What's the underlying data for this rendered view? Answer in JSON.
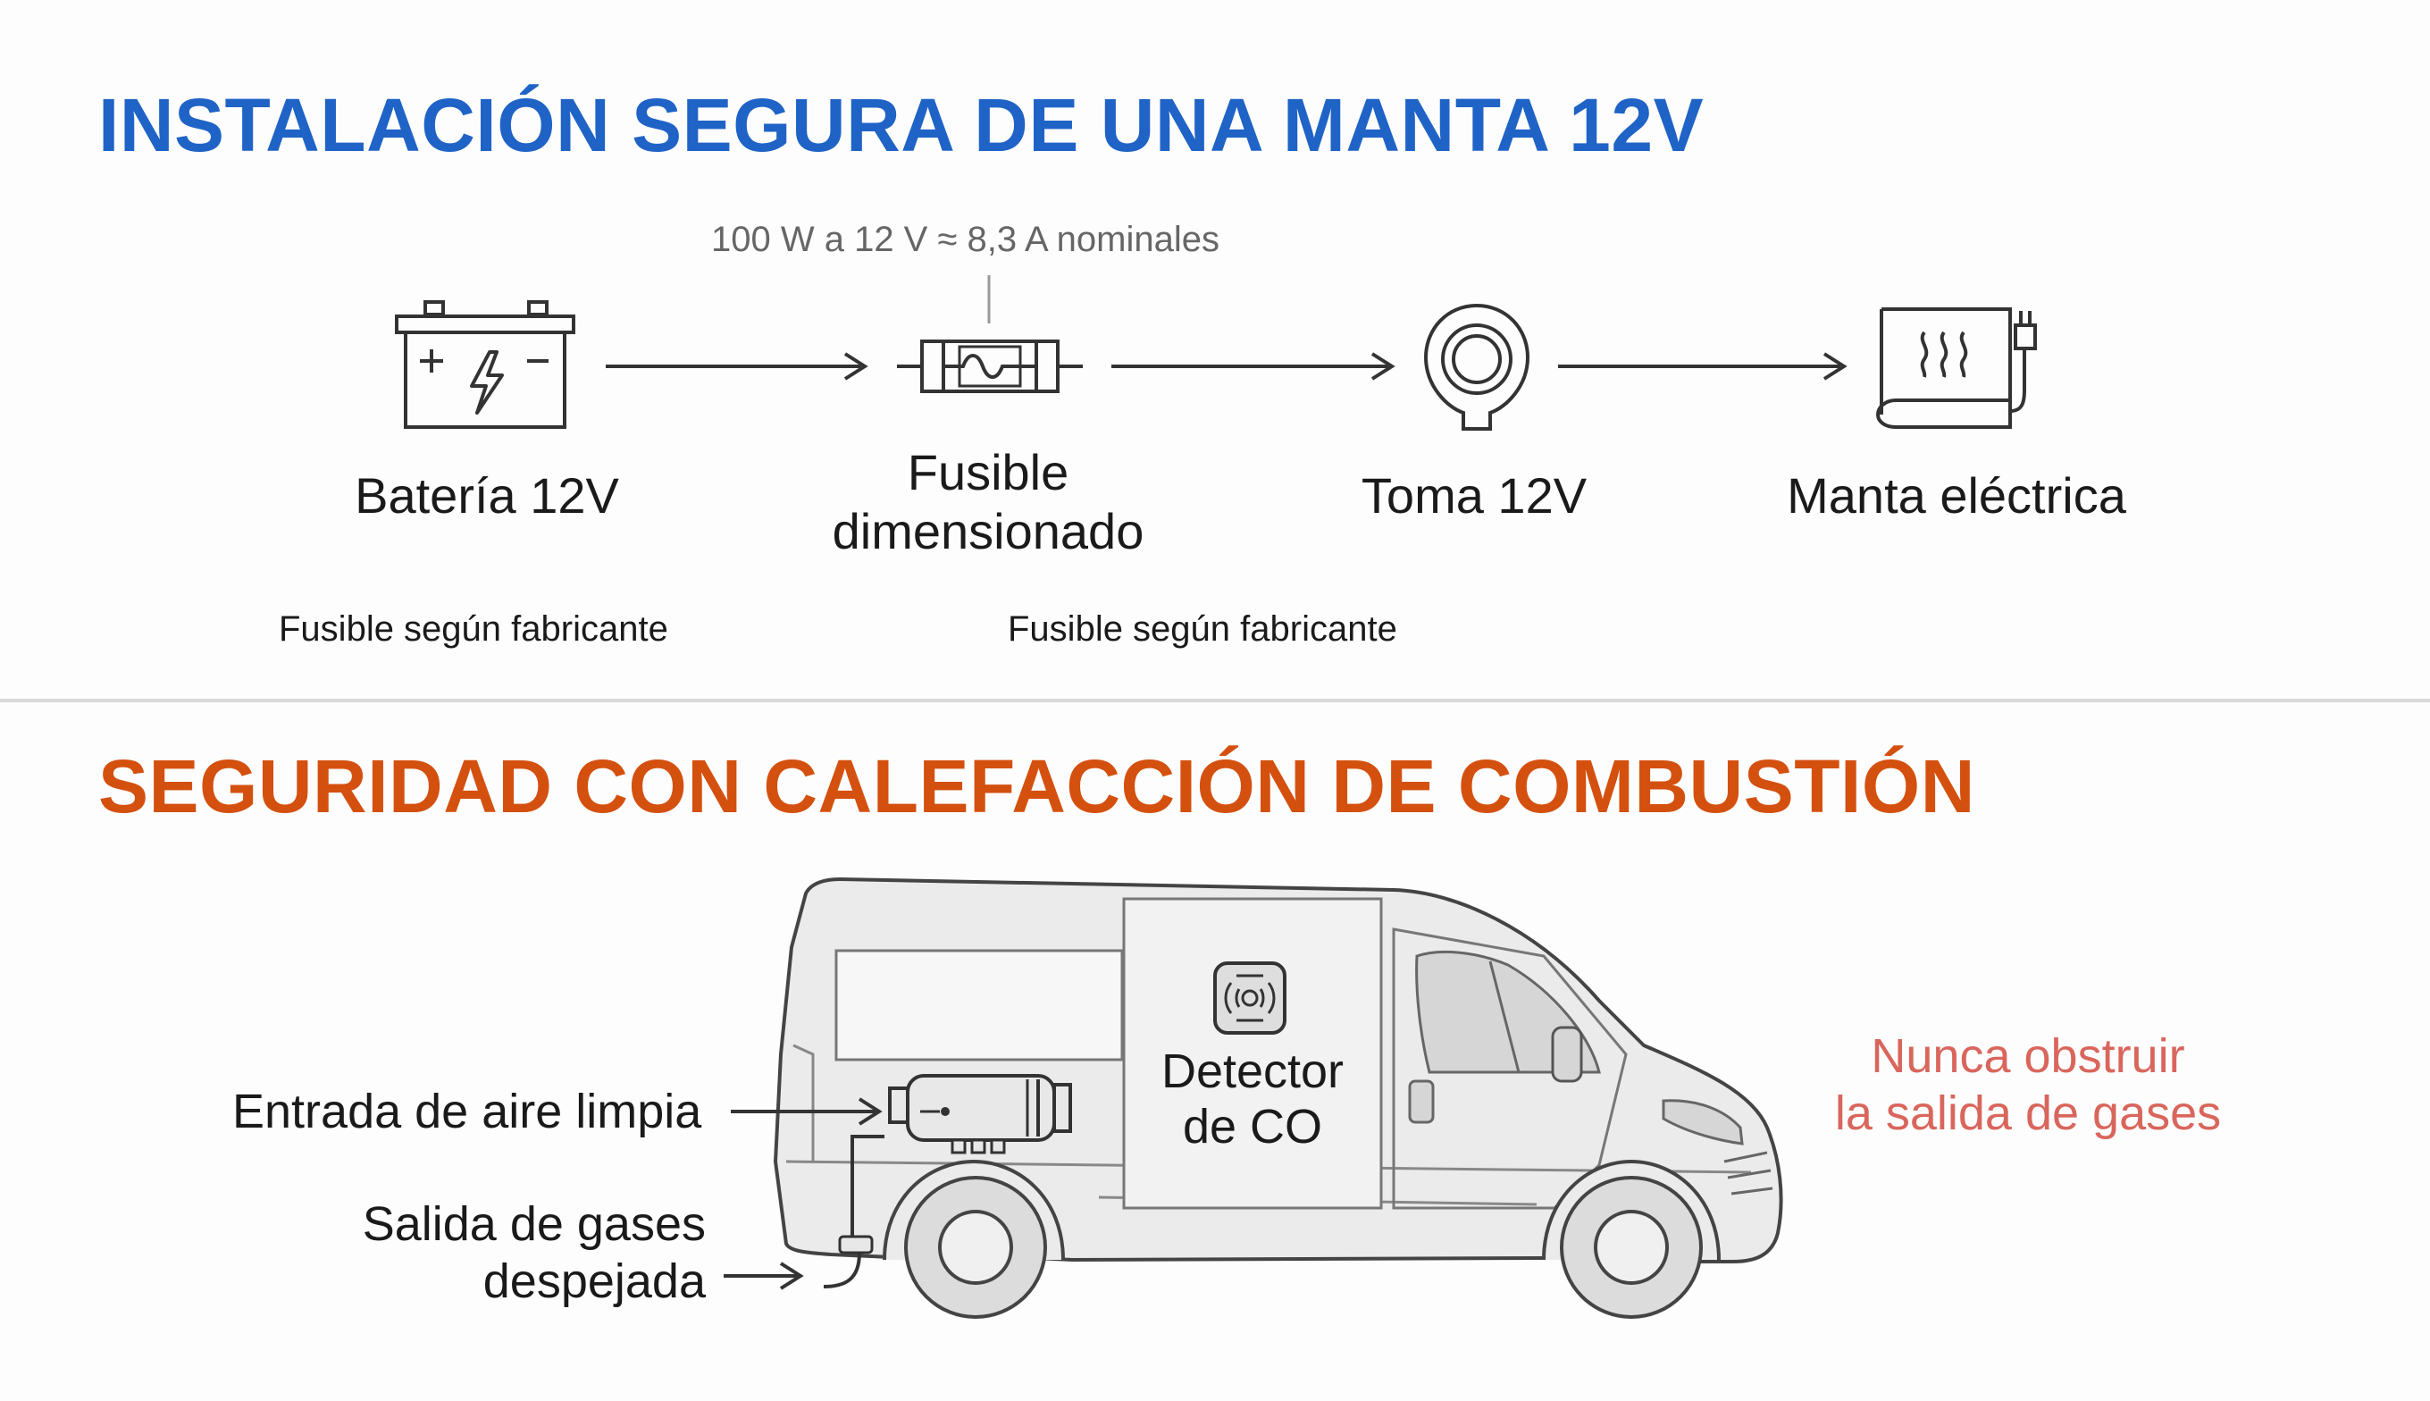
{
  "colors": {
    "title_blue": "#1f63c6",
    "title_orange": "#d4500f",
    "warning_red": "#d9665c",
    "line": "#333333"
  },
  "section1": {
    "title": "INSTALACIÓN SEGURA DE UNA MANTA 12V",
    "current_note": "100 W a 12 V ≈ 8,3 A nominales",
    "steps": [
      {
        "label": "Batería 12V",
        "icon": "battery-icon"
      },
      {
        "label_line1": "Fusible",
        "label_line2": "dimensionado",
        "icon": "fuse-icon"
      },
      {
        "label": "Toma 12V",
        "icon": "socket-icon"
      },
      {
        "label": "Manta eléctrica",
        "icon": "electric-blanket-icon"
      }
    ],
    "fuse_notes": [
      "Fusible según fabricante",
      "Fusible según fabricante"
    ]
  },
  "section2": {
    "title": "SEGURIDAD CON CALEFACCIÓN DE COMBUSTIÓN",
    "intake_label": "Entrada de aire limpia",
    "exhaust_label_line1": "Salida de gases",
    "exhaust_label_line2": "despejada",
    "detector_line1": "Detector",
    "detector_line2": "de CO",
    "warning_line1": "Nunca obstruir",
    "warning_line2": "la salida de gases",
    "icons": [
      "van-icon",
      "diesel-heater-icon",
      "co-detector-icon"
    ]
  }
}
